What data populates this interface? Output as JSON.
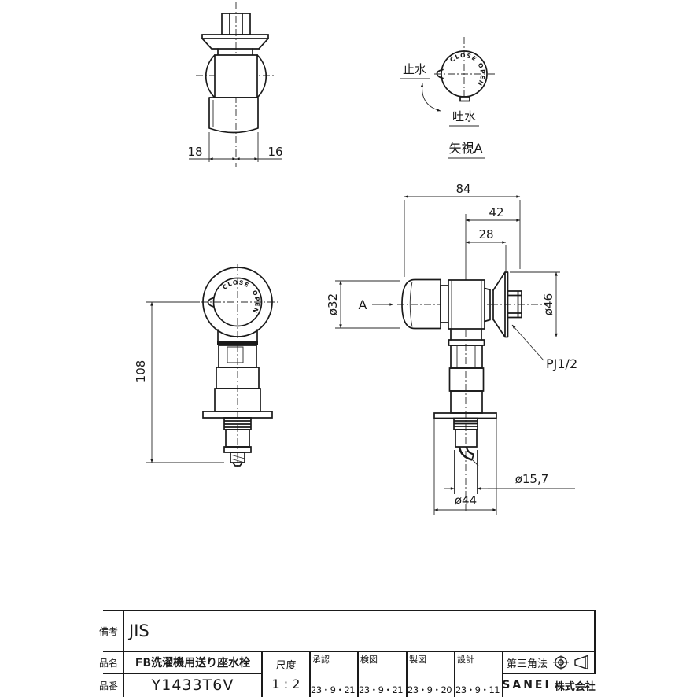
{
  "sheet": {
    "background": "#ffffff",
    "line_color": "#1a1a1a"
  },
  "views": {
    "top": {
      "dim_left": "18",
      "dim_right": "16"
    },
    "arrow": {
      "title": "矢視A",
      "stop_label": "止水",
      "flow_label": "吐水",
      "knob_close": "CLOSE",
      "knob_open": "OPEN"
    },
    "front": {
      "dim_height": "108",
      "knob_close": "CLOSE",
      "knob_open": "OPEN"
    },
    "side": {
      "dim_total": "84",
      "dim_outlet": "42",
      "dim_face": "28",
      "dim_handle_dia": "ø32",
      "dim_flange_dia": "ø46",
      "thread_label": "PJ1/2",
      "dim_spout_dia": "ø15,7",
      "dim_base_dia": "ø44",
      "section_label": "A"
    }
  },
  "title_block": {
    "remarks_label": "備考",
    "remarks_value": "JIS",
    "name_label": "品名",
    "name_value": "FB洗濯機用送り座水栓",
    "number_label": "品番",
    "number_value": "Y1433T6V",
    "scale_label": "尺度",
    "scale_value": "1 : 2",
    "approvals": [
      {
        "label": "承認",
        "date": "23・9・21"
      },
      {
        "label": "検図",
        "date": "23・9・21"
      },
      {
        "label": "製図",
        "date": "23・9・20"
      },
      {
        "label": "設計",
        "date": "23・9・11"
      }
    ],
    "projection_label": "第三角法",
    "company_en": "SANEI",
    "company_jp": "株式会社"
  }
}
